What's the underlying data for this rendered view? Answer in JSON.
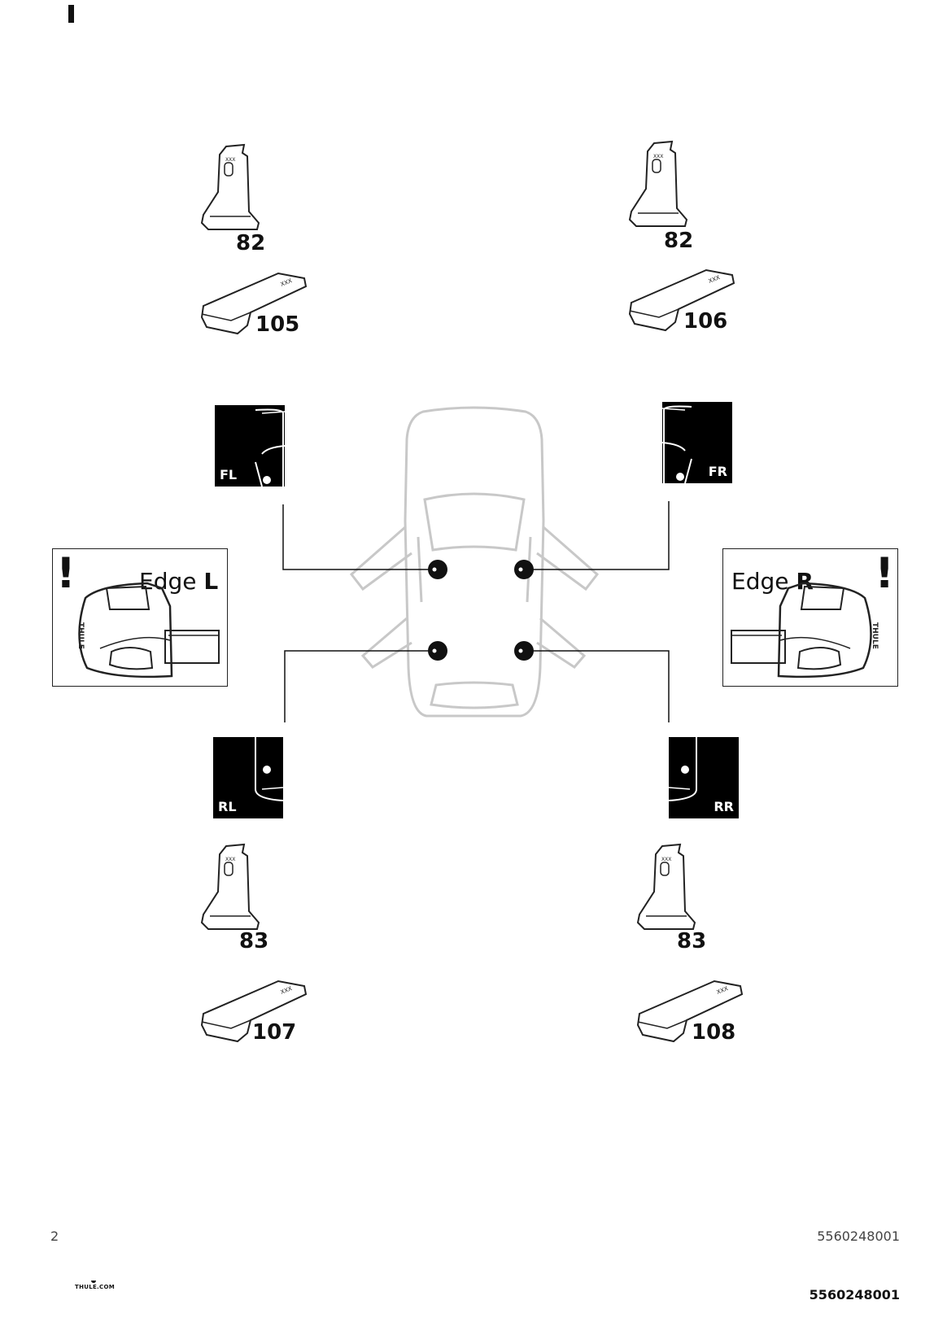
{
  "parts": {
    "fl_foot": "82",
    "fr_foot": "82",
    "rl_foot": "83",
    "rr_foot": "83",
    "fl_pad": "105",
    "fr_pad": "106",
    "rl_pad": "107",
    "rr_pad": "108",
    "foot_mark": "XXX",
    "pad_mark": "XXX"
  },
  "positions": {
    "fl": "FL",
    "fr": "FR",
    "rl": "RL",
    "rr": "RR"
  },
  "edge_left": {
    "word": "Edge",
    "side": "L",
    "warning": "!",
    "brand": "THULE"
  },
  "edge_right": {
    "word": "Edge",
    "side": "R",
    "warning": "!",
    "brand": "THULE"
  },
  "footer": {
    "page_number": "2",
    "doc_number_top": "5560248001",
    "doc_number_bottom": "5560248001",
    "website": "THULE.COM"
  },
  "colors": {
    "ink": "#111111",
    "car_outline": "#c8c8c8",
    "box_fill": "#000000"
  }
}
